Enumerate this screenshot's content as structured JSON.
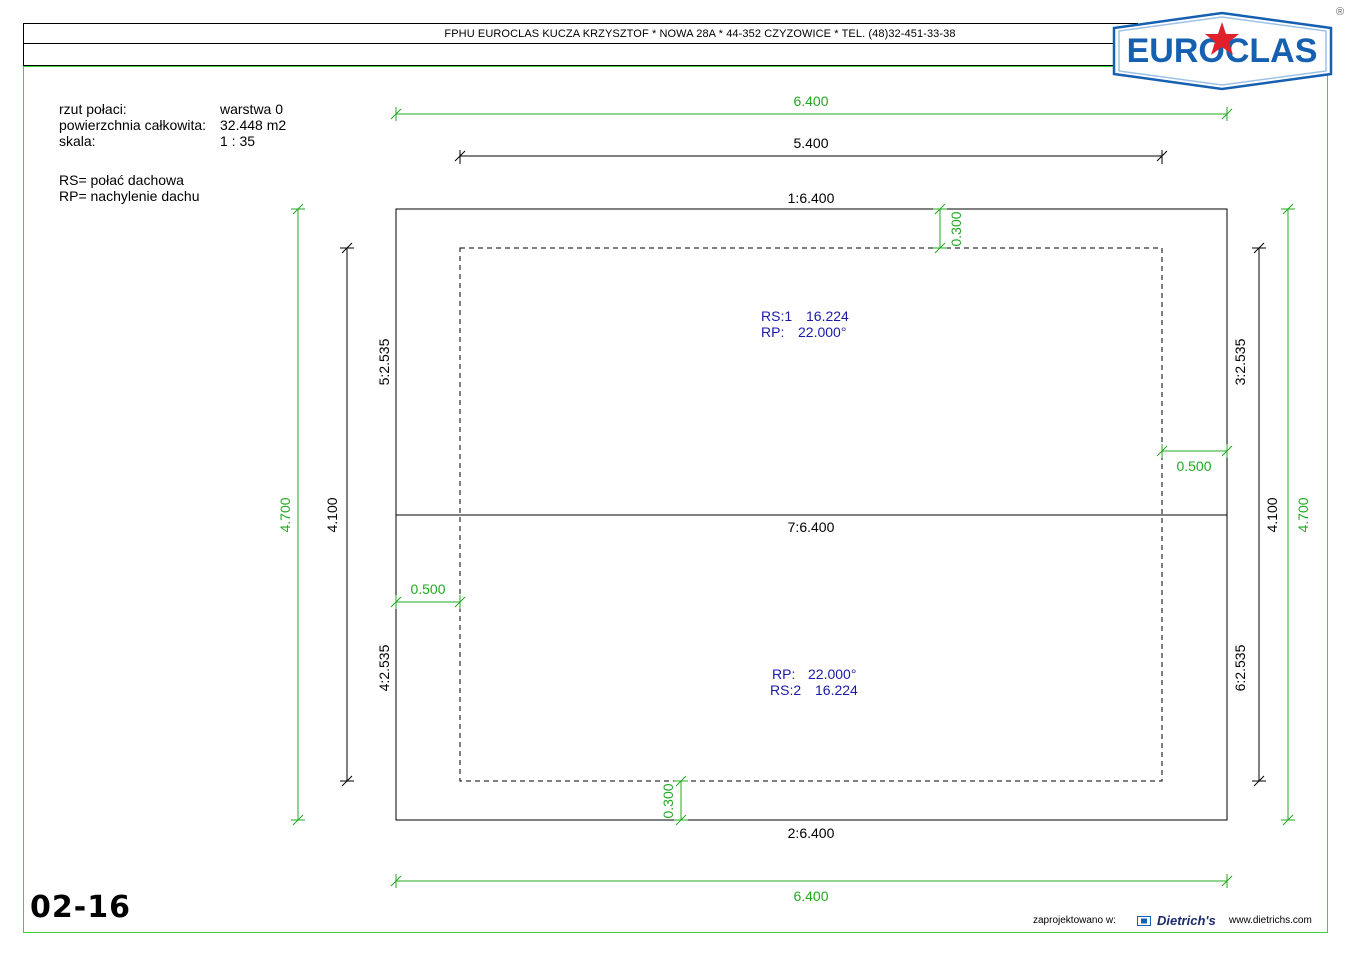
{
  "header": {
    "company_line": "FPHU EUROCLAS KUCZA KRZYSZTOF * NOWA 28A * 44-352 CZYZOWICE * TEL. (48)32-451-33-38",
    "logo_text": "EUROCLAS",
    "registered_mark": "®"
  },
  "info": {
    "rows": [
      {
        "label": "rzut połaci:",
        "value": "warstwa 0"
      },
      {
        "label": "powierzchnia całkowita:",
        "value": "32.448 m2"
      },
      {
        "label": "skala:",
        "value": "1 : 35"
      }
    ],
    "legend": [
      "RS= połać dachowa",
      "RP= nachylenie dachu"
    ]
  },
  "dimensions": {
    "overall_top": "6.400",
    "inner_top": "5.400",
    "overall_bottom": "6.400",
    "overall_left": "4.700",
    "inner_left": "4.100",
    "inner_right": "4.100",
    "overall_right": "4.700",
    "overhang_top": "0.300",
    "overhang_bottom": "0.300",
    "overhang_left": "0.500",
    "overhang_right": "0.500"
  },
  "edges": {
    "top": "1:6.400",
    "bottom": "2:6.400",
    "ridge": "7:6.400",
    "left_upper": "5:2.535",
    "left_lower": "4:2.535",
    "right_upper": "3:2.535",
    "right_lower": "6:2.535"
  },
  "roof_planes": [
    {
      "rs": "RS:1",
      "area": "16.224",
      "rp": "RP:",
      "slope": "22.000°"
    },
    {
      "rs": "RS:2",
      "area": "16.224",
      "rp": "RP:",
      "slope": "22.000°"
    }
  ],
  "page_code": "02-16",
  "footer": {
    "designed_in": "zaprojektowano w:",
    "software": "Dietrich's",
    "website": "www.dietrichs.com"
  },
  "colors": {
    "dimension_green": "#22a822",
    "frame_green": "#3ad13a",
    "plane_label_blue": "#1a1aa8",
    "logo_blue": "#1560b0",
    "logo_red": "#e0202a"
  },
  "icons": [
    "dietrichs-logo-icon",
    "euroclas-star-icon"
  ]
}
